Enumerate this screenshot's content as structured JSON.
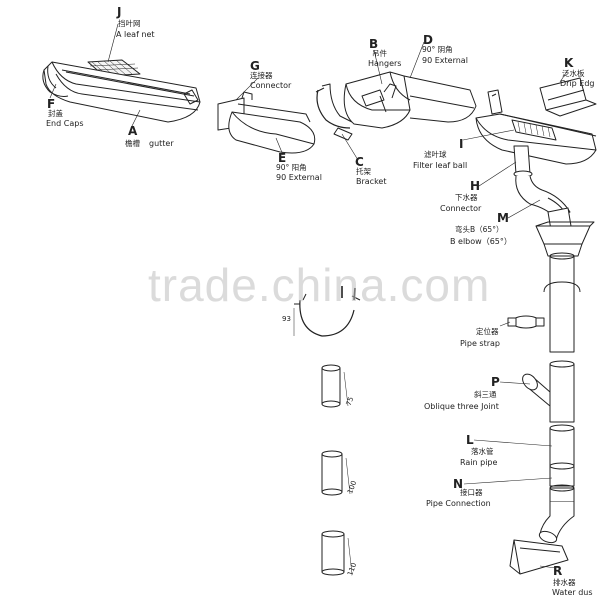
{
  "watermark": "trade.china.com",
  "parts": {
    "J": {
      "letter": "J",
      "zh": "挡叶网",
      "en": "A leaf net"
    },
    "F": {
      "letter": "F",
      "zh": "封盖",
      "en": "End Caps"
    },
    "A": {
      "letter": "A",
      "zh": "檐槽",
      "en": "gutter"
    },
    "G": {
      "letter": "G",
      "zh": "连接器",
      "en": "Connector"
    },
    "E": {
      "letter": "E",
      "zh": "90° 阳角",
      "en": "90 External"
    },
    "C": {
      "letter": "C",
      "zh": "托架",
      "en": "Bracket"
    },
    "B": {
      "letter": "B",
      "zh": "吊件",
      "en": "Hangers"
    },
    "D": {
      "letter": "D",
      "zh": "90° 阴角",
      "en": "90 External"
    },
    "K": {
      "letter": "K",
      "zh": "泛水板",
      "en": "Drip Edg"
    },
    "I": {
      "letter": "I",
      "zh": "滤叶球",
      "en": "Filter leaf ball"
    },
    "H": {
      "letter": "H",
      "zh": "下水器",
      "en": "Connector"
    },
    "M": {
      "letter": "M",
      "zh": "弯头B（65°）",
      "en": "B elbow（65°）"
    },
    "strap": {
      "zh": "定位器",
      "en": "Pipe strap"
    },
    "P": {
      "letter": "P",
      "zh": "斜三通",
      "en": "Oblique three Joint"
    },
    "L": {
      "letter": "L",
      "zh": "落水管",
      "en": "Rain pipe"
    },
    "N": {
      "letter": "N",
      "zh": "接口器",
      "en": "Pipe Connection"
    },
    "R": {
      "letter": "R",
      "zh": "排水器",
      "en": "Water dus"
    }
  },
  "dimensions": {
    "d93": "93",
    "d75": "75",
    "d100": "100",
    "d110": "110"
  }
}
